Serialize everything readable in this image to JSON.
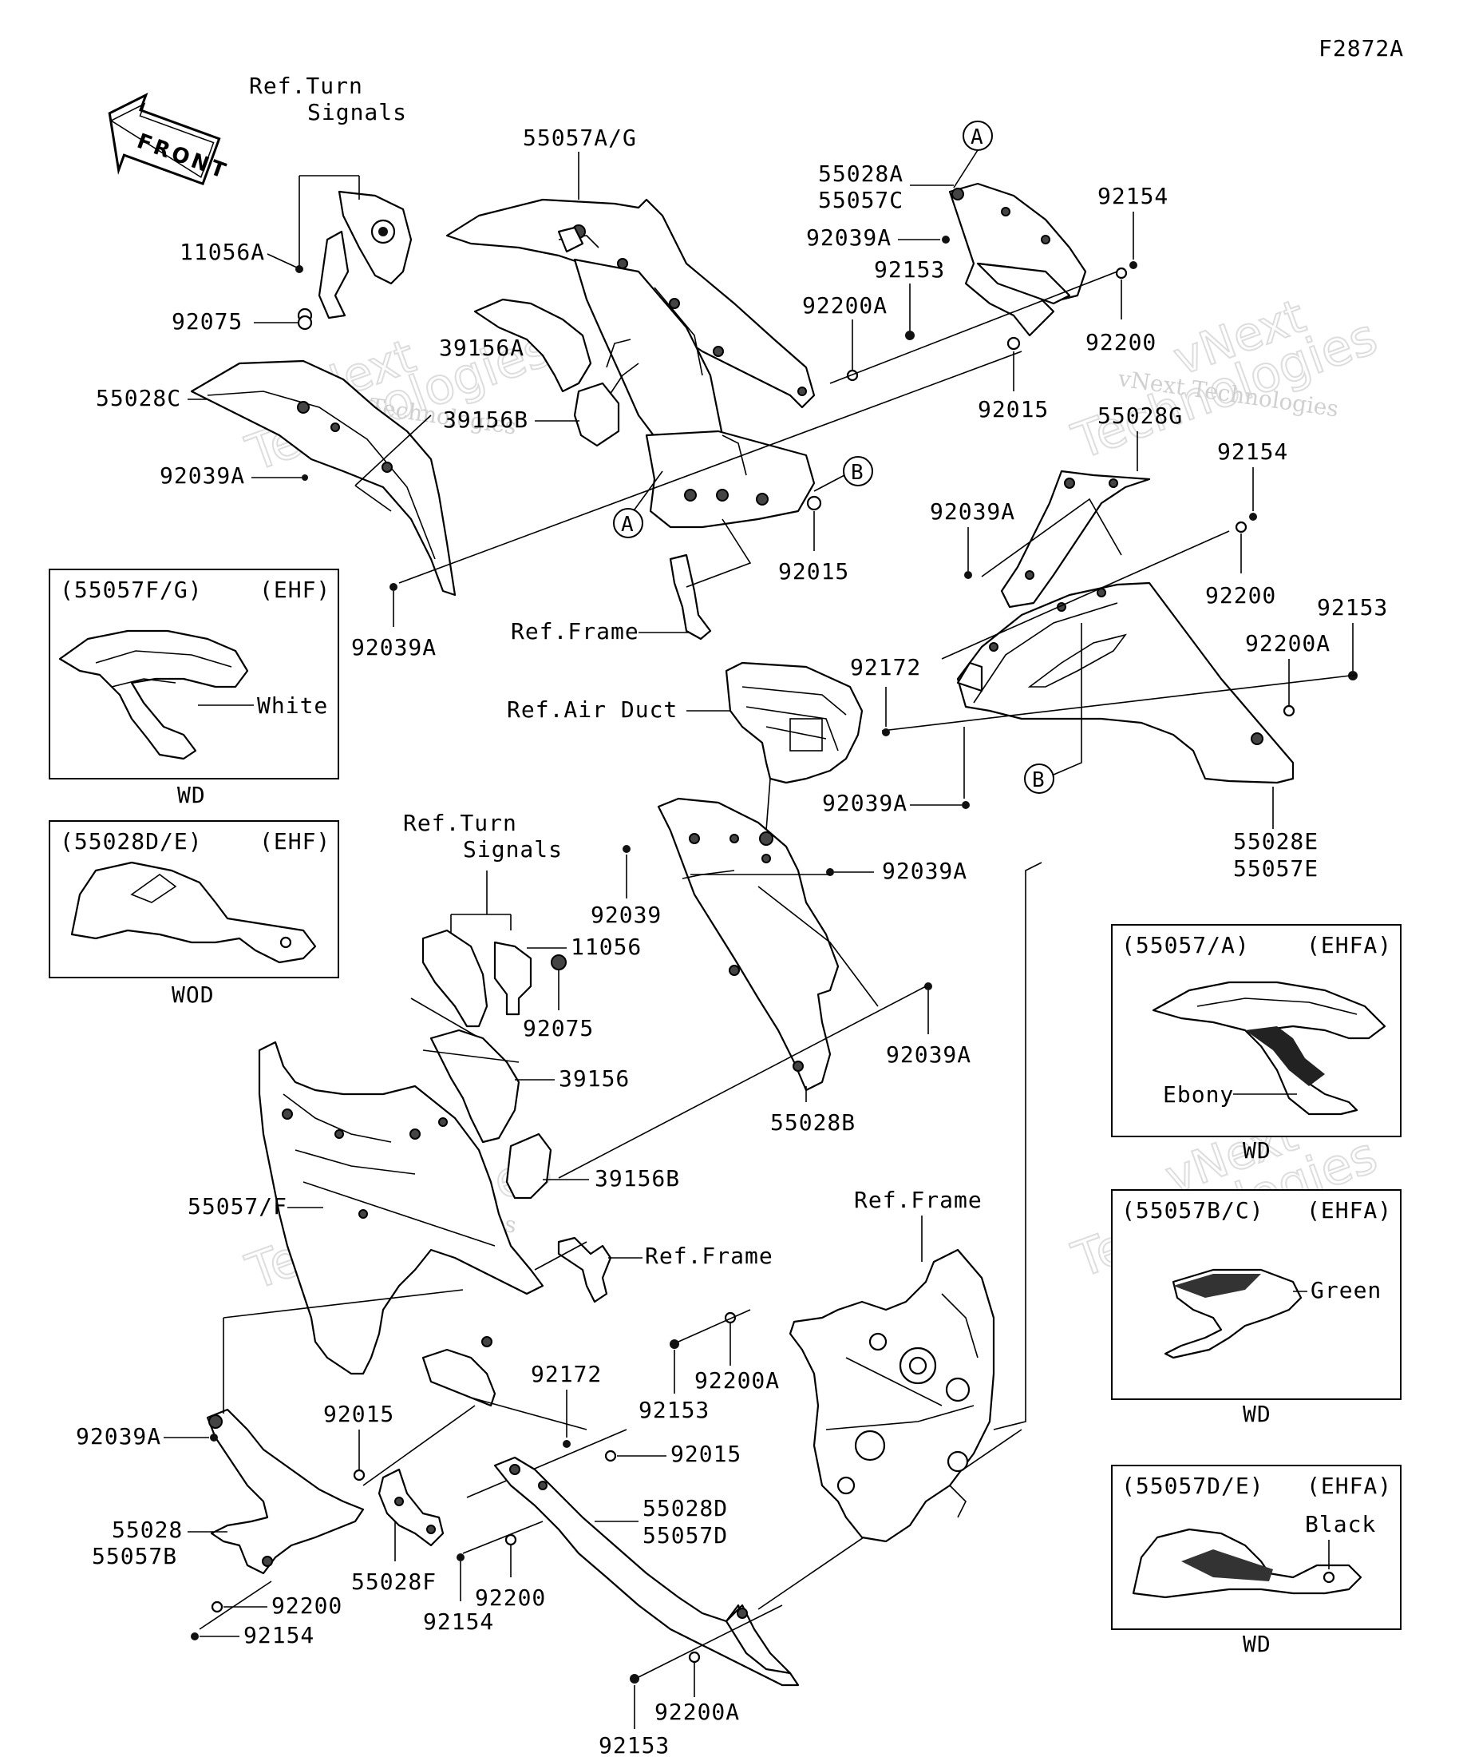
{
  "drawing_code": "F2872A",
  "front_arrow": "FRONT",
  "watermark": {
    "line1": "vNext",
    "line2": "Technologies",
    "caption": "vNext Technologies"
  },
  "labels": {
    "ref_turn_signals_top": [
      "Ref.Turn",
      "Signals"
    ],
    "ref_turn_signals_mid": [
      "Ref.Turn",
      "Signals"
    ],
    "ref_frame_top": "Ref.Frame",
    "ref_frame_mid": "Ref.Frame",
    "ref_frame_right": "Ref.Frame",
    "ref_air_duct": "Ref.Air Duct",
    "p_55057AG": "55057A/G",
    "p_55028A": "55028A",
    "p_55057C": "55057C",
    "p_92039A_tr": "92039A",
    "p_92154_tr": "92154",
    "p_92153_tr": "92153",
    "p_92200A_tr": "92200A",
    "p_92200_tr": "92200",
    "p_92015_tr": "92015",
    "p_11056A": "11056A",
    "p_92075_tl": "92075",
    "p_39156A": "39156A",
    "p_39156B_tl": "39156B",
    "p_55028C": "55028C",
    "p_92039A_l1": "92039A",
    "p_92039A_l2": "92039A",
    "p_92015_c": "92015",
    "p_55028G": "55028G",
    "p_92154_r": "92154",
    "p_92039A_r": "92039A",
    "p_92200_r": "92200",
    "p_92153_r": "92153",
    "p_92200A_r": "92200A",
    "p_92172_r": "92172",
    "p_92039A_r2": "92039A",
    "p_55028E": "55028E",
    "p_55057E": "55057E",
    "p_92039": "92039",
    "p_92039A_m": "92039A",
    "p_11056": "11056",
    "p_92075_m": "92075",
    "p_39156": "39156",
    "p_92039A_m2": "92039A",
    "p_55028B": "55028B",
    "p_39156B_m": "39156B",
    "p_55057F": "55057/F",
    "p_92172_b": "92172",
    "p_92015_b1": "92015",
    "p_92015_b2": "92015",
    "p_92153_b1": "92153",
    "p_92200A_b1": "92200A",
    "p_92039A_b": "92039A",
    "p_55028": "55028",
    "p_55057B": "55057B",
    "p_92200_b1": "92200",
    "p_92154_b1": "92154",
    "p_55028F": "55028F",
    "p_55028D": "55028D",
    "p_55057D": "55057D",
    "p_92154_b2": "92154",
    "p_92200_b2": "92200",
    "p_92153_b2": "92153",
    "p_92200A_b2": "92200A",
    "callout_A": "A",
    "callout_B": "B"
  },
  "insets": [
    {
      "code": "(55057F/G)",
      "variant": "(EHF)",
      "color": "White",
      "caption": "WD"
    },
    {
      "code": "(55028D/E)",
      "variant": "(EHF)",
      "color": "",
      "caption": "WOD"
    },
    {
      "code": "(55057/A)",
      "variant": "(EHFA)",
      "color": "Ebony",
      "caption": "WD"
    },
    {
      "code": "(55057B/C)",
      "variant": "(EHFA)",
      "color": "Green",
      "caption": "WD"
    },
    {
      "code": "(55057D/E)",
      "variant": "(EHFA)",
      "color": "Black",
      "caption": "WD"
    }
  ]
}
